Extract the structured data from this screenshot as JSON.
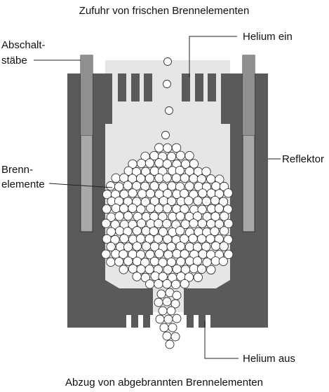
{
  "labels": {
    "top": "Zufuhr von frischen Brennelementen",
    "rods_line1": "Abschalt-",
    "rods_line2": "stäbe",
    "helium_in": "Helium ein",
    "reflector": "Reflektor",
    "fuel_line1": "Brenn-",
    "fuel_line2": "elemente",
    "helium_out": "Helium aus",
    "bottom": "Abzug von abgebrannten Brennelementen"
  },
  "colors": {
    "reflector": "#5a5a5a",
    "core": "#e6e6e6",
    "rod": "#a8a8a8",
    "pebble": "#ffffff",
    "pebble_outline": "#333333"
  }
}
